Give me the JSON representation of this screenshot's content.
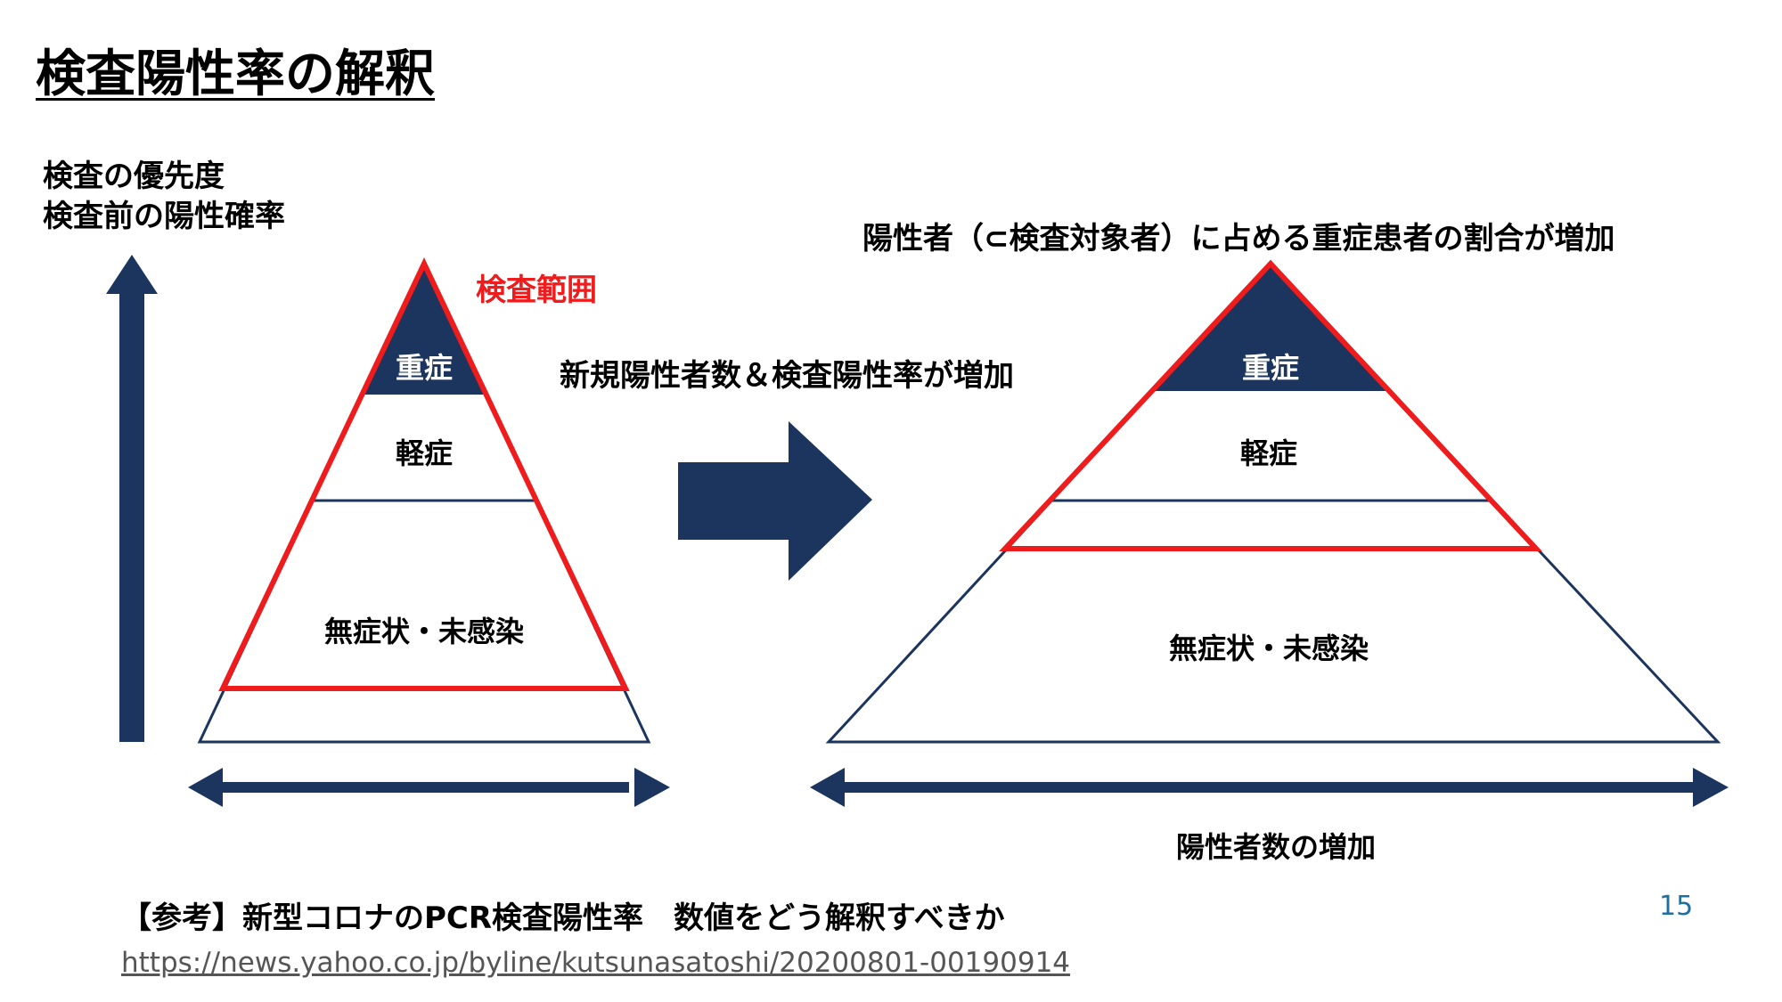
{
  "slide": {
    "title": "検査陽性率の解釈",
    "axis_label_line1": "検査の優先度",
    "axis_label_line2": "検査前の陽性確率",
    "left_pyramid": {
      "range_label": "検査範囲",
      "level_severe": "重症",
      "level_mild": "軽症",
      "level_asymptomatic": "無症状・未感染"
    },
    "transition_label": "新規陽性者数＆検査陽性率が増加",
    "right_pyramid": {
      "caption": "陽性者（⊂検査対象者）に占める重症患者の割合が増加",
      "level_severe": "重症",
      "level_mild": "軽症",
      "level_asymptomatic": "無症状・未感染"
    },
    "bottom_label": "陽性者数の増加",
    "reference_title": "【参考】新型コロナのPCR検査陽性率　数値をどう解釈すべきか",
    "reference_url": "https://news.yahoo.co.jp/byline/kutsunasatoshi/20200801-00190914",
    "page_number": "15"
  },
  "colors": {
    "navy": "#1c355e",
    "red": "#ee1c1c",
    "text": "#000000",
    "url": "#555555",
    "page_number": "#1f6fa0"
  },
  "icons": [
    "up-arrow",
    "right-block-arrow",
    "double-headed-arrow"
  ]
}
